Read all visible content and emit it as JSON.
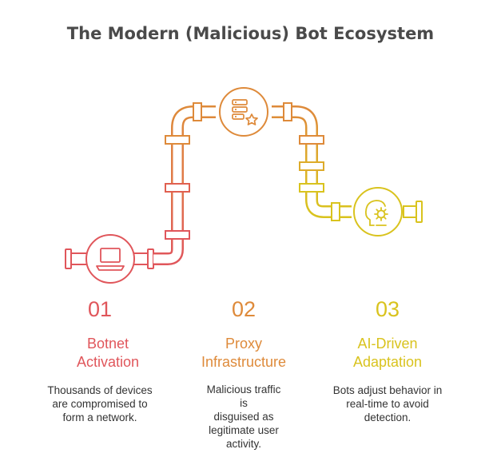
{
  "title": "The Modern (Malicious) Bot Ecosystem",
  "colors": {
    "stage_1": "#e0565b",
    "stage_2": "#de8a3a",
    "stage_3": "#d9c31e",
    "text": "#333333"
  },
  "stages": [
    {
      "number": "01",
      "title_line1": "Botnet",
      "title_line2": "Activation",
      "description_lines": [
        "Thousands of devices",
        "are compromised to",
        "form a network."
      ],
      "icon": "laptop-icon"
    },
    {
      "number": "02",
      "title_line1": "Proxy",
      "title_line2": "Infrastructure",
      "description_lines": [
        "Malicious traffic",
        "is",
        "disguised as",
        "legitimate user",
        "activity."
      ],
      "icon": "server-star-icon"
    },
    {
      "number": "03",
      "title_line1": "AI-Driven",
      "title_line2": "Adaptation",
      "description_lines": [
        "Bots adjust behavior in",
        "real-time to avoid",
        "detection."
      ],
      "icon": "ai-head-gear-icon"
    }
  ]
}
